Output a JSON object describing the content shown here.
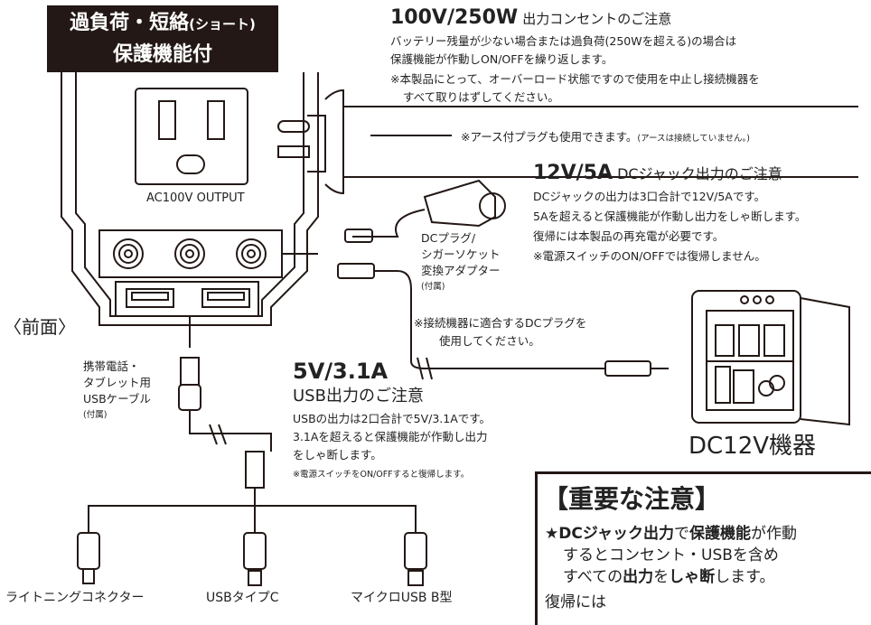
{
  "protection": {
    "title_line1": "過負荷・短絡",
    "title_line1_small": "(ショート)",
    "title_line2": "保護機能付"
  },
  "outlet": {
    "label": "AC100V OUTPUT"
  },
  "ac_section": {
    "heading_bold": "100V/250W",
    "heading_rest": "出力コンセントのご注意",
    "line1": "バッテリー残量が少ない場合または過負荷(250Wを超える)の場合は",
    "line2": "保護機能が作動しON/OFFを繰り返します。",
    "line3": "※本製品にとって、オーバーロード状態ですので使用を中止し接続機器を",
    "line4": "すべて取りはずしてください。",
    "plug_note": "※アース付プラグも使用できます。",
    "plug_note_small": "(アースは接続していません。)"
  },
  "dc_section": {
    "heading_bold": "12V/5A",
    "heading_rest": "DCジャック出力のご注意",
    "line1": "DCジャックの出力は3口合計で12V/5Aです。",
    "line2": "5Aを超えると保護機能が作動し出力をしゃ断します。",
    "line3": "復帰には本製品の再充電が必要です。",
    "line4": "※電源スイッチのON/OFFでは復帰しません。"
  },
  "adapter": {
    "line1": "DCプラグ/",
    "line2": "シガーソケット",
    "line3": "変換アダプター",
    "note": "(付属)"
  },
  "dc_plug_note": {
    "line1": "※接続機器に適合するDCプラグを",
    "line2": "使用してください。"
  },
  "front_label": "〈前面〉",
  "usb_cable": {
    "line1": "携帯電話・",
    "line2": "タブレット用",
    "line3": "USBケーブル",
    "note": "(付属)"
  },
  "usb_section": {
    "heading_bold": "5V/3.1A",
    "heading_sub": "USB出力のご注意",
    "line1": "USBの出力は2口合計で5V/3.1Aです。",
    "line2": "3.1Aを超えると保護機能が作動し出力",
    "line3": "をしゃ断します。",
    "note": "※電源スイッチをON/OFFすると復帰します。"
  },
  "device_label": "DC12V機器",
  "connectors": {
    "lightning": "ライトニングコネクター",
    "typec": "USBタイプC",
    "microb": "マイクロUSB B型"
  },
  "important": {
    "title": "【重要な注意】",
    "l1_a": "★",
    "l1_b": "DCジャック出力",
    "l1_c": "で",
    "l1_d": "保護機能",
    "l1_e": "が作動",
    "l2": "するとコンセント・USBを含め",
    "l3_a": "すべての",
    "l3_b": "出力",
    "l3_c": "を",
    "l3_d": "しゃ断",
    "l3_e": "します。",
    "l4": "復帰には"
  },
  "colors": {
    "ink": "#231815",
    "panel": "#ffffff"
  }
}
